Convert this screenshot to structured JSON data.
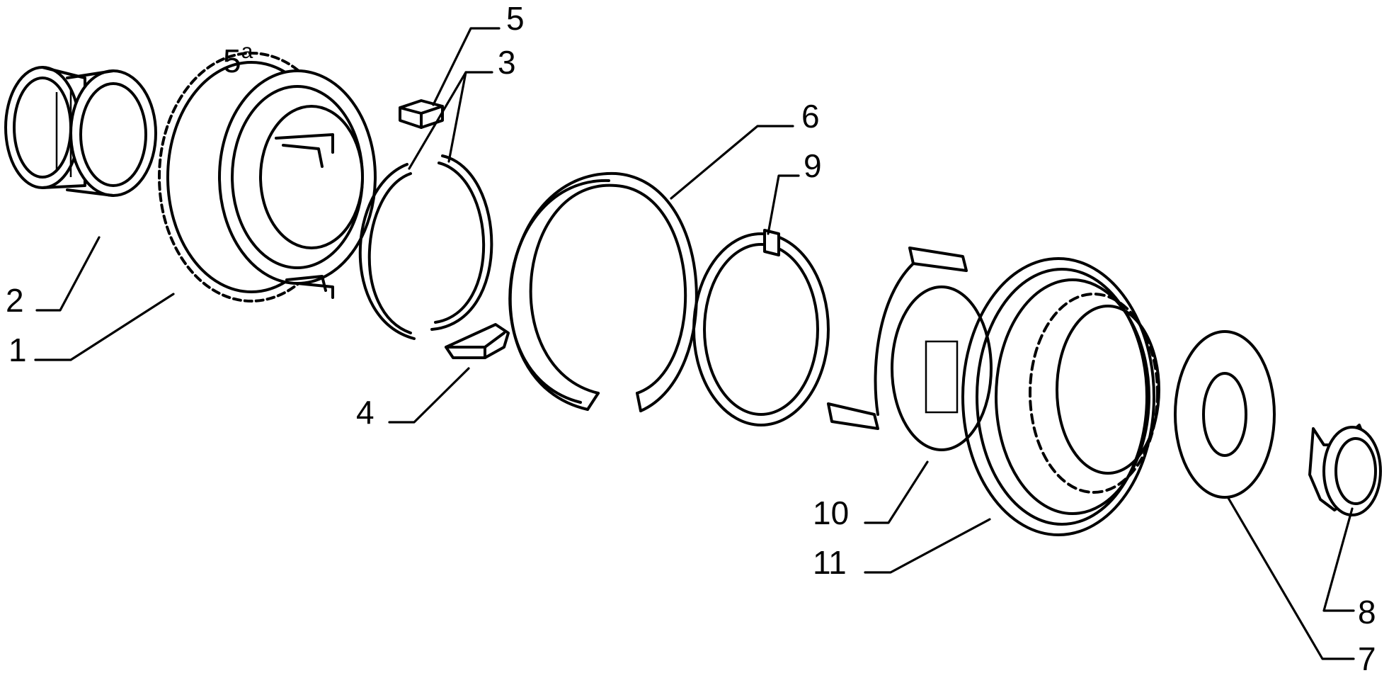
{
  "callouts": {
    "c1": "1",
    "c2": "2",
    "c3": "3",
    "c4": "4",
    "c5": "5",
    "c5a_base": "5",
    "c5a_sup": "a",
    "c6": "6",
    "c7": "7",
    "c8": "8",
    "c9": "9",
    "c10": "10",
    "c11": "11"
  }
}
